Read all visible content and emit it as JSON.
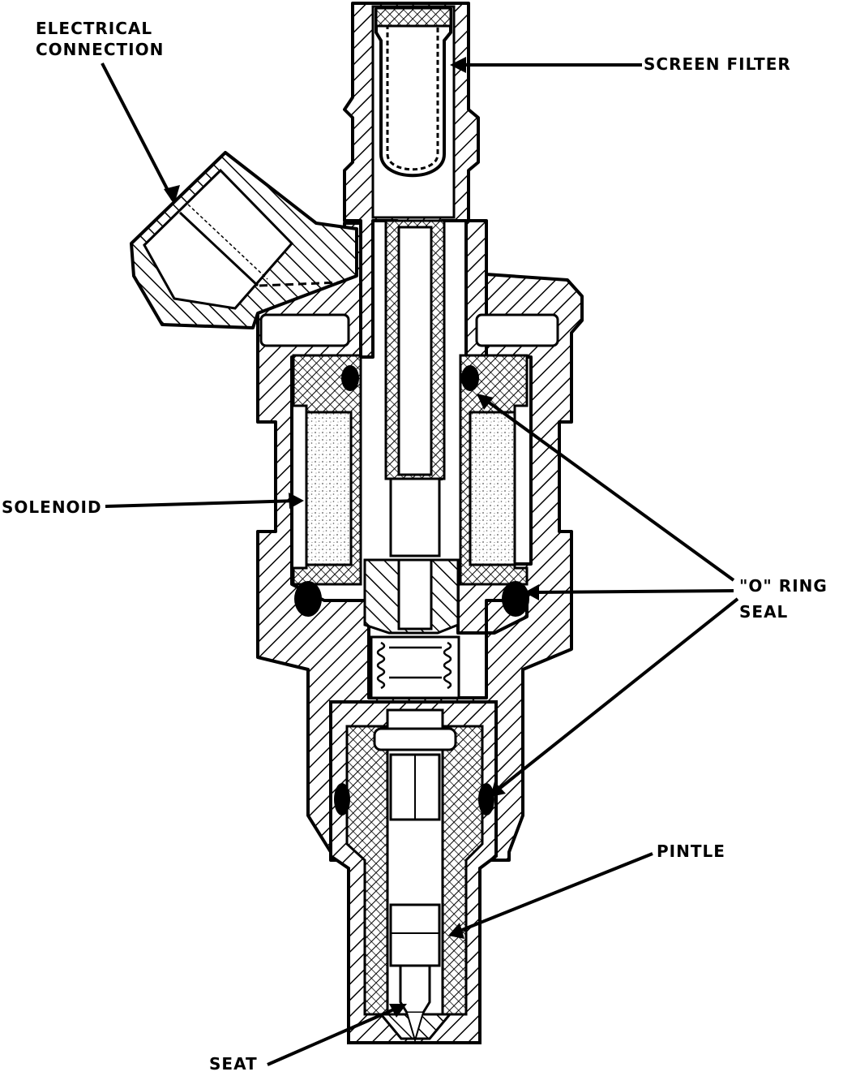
{
  "labels": {
    "electrical_connection": [
      "ELECTRICAL",
      "CONNECTION"
    ],
    "screen_filter": "SCREEN FILTER",
    "solenoid": "SOLENOID",
    "o_ring_seal": [
      "\"O\" RING",
      "SEAL"
    ],
    "pintle": "PINTLE",
    "seat": "SEAT"
  },
  "colors": {
    "ink": "#000000",
    "paper": "#ffffff",
    "stipple": "#555555"
  }
}
